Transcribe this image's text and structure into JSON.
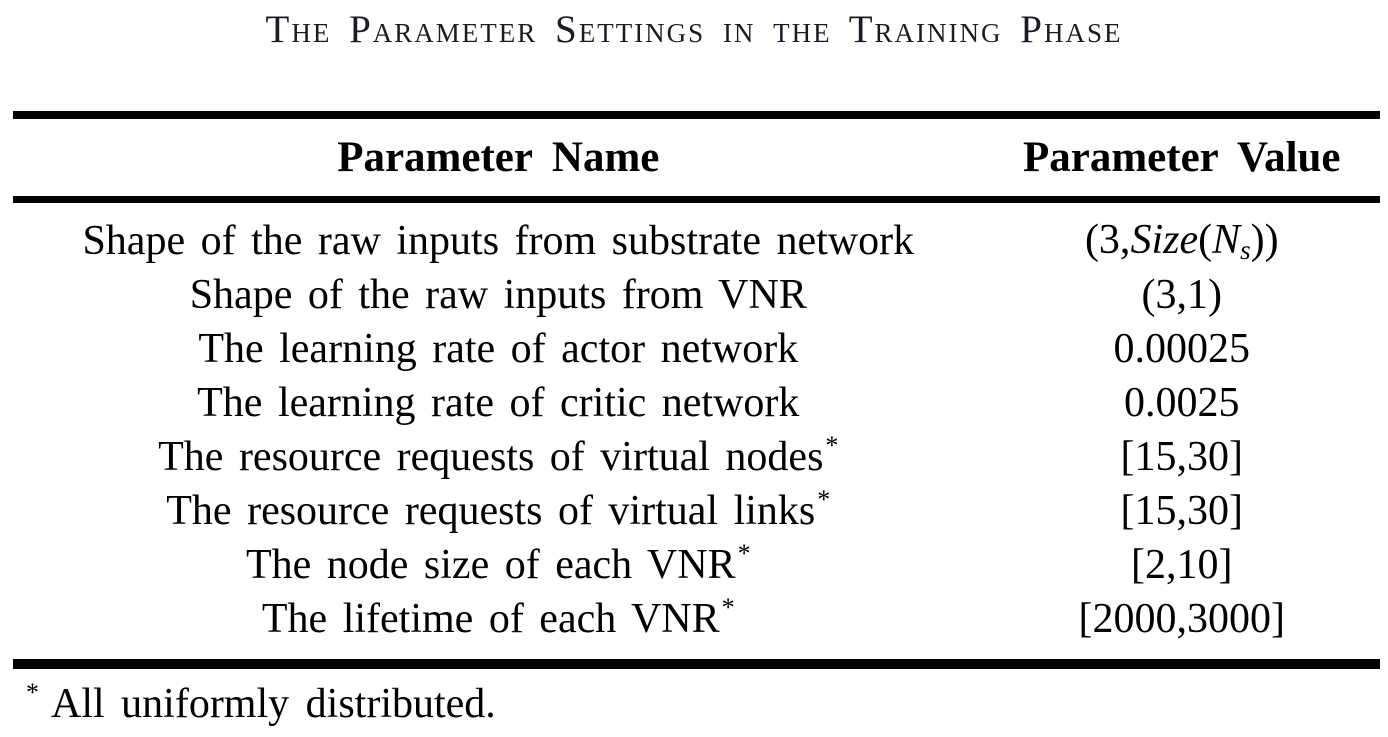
{
  "caption": "The Parameter Settings in the Training Phase",
  "table": {
    "headers": [
      "Parameter Name",
      "Parameter Value"
    ],
    "rows": [
      {
        "name": "Shape of the raw inputs from substrate network",
        "sup": "",
        "value_text": "(3,Size(Ns))",
        "value_parts": [
          {
            "t": "n",
            "s": "(3,"
          },
          {
            "t": "i",
            "s": "Size"
          },
          {
            "t": "n",
            "s": "("
          },
          {
            "t": "i",
            "s": "N"
          },
          {
            "t": "sub",
            "s": "s"
          },
          {
            "t": "n",
            "s": "))"
          }
        ]
      },
      {
        "name": "Shape of the raw inputs from VNR",
        "sup": "",
        "value_text": "(3,1)",
        "value_parts": [
          {
            "t": "n",
            "s": "(3,1)"
          }
        ]
      },
      {
        "name": "The learning rate of actor network",
        "sup": "",
        "value_text": "0.00025",
        "value_parts": [
          {
            "t": "n",
            "s": "0.00025"
          }
        ]
      },
      {
        "name": "The learning rate of critic network",
        "sup": "",
        "value_text": "0.0025",
        "value_parts": [
          {
            "t": "n",
            "s": "0.0025"
          }
        ]
      },
      {
        "name": "The resource requests of virtual nodes",
        "sup": "*",
        "value_text": "[15,30]",
        "value_parts": [
          {
            "t": "n",
            "s": "[15,30]"
          }
        ]
      },
      {
        "name": "The resource requests of virtual links",
        "sup": "*",
        "value_text": "[15,30]",
        "value_parts": [
          {
            "t": "n",
            "s": "[15,30]"
          }
        ]
      },
      {
        "name": "The node size of each VNR",
        "sup": "*",
        "value_text": "[2,10]",
        "value_parts": [
          {
            "t": "n",
            "s": "[2,10]"
          }
        ]
      },
      {
        "name": "The lifetime of each VNR",
        "sup": "*",
        "value_text": "[2000,3000]",
        "value_parts": [
          {
            "t": "n",
            "s": "[2000,3000]"
          }
        ]
      }
    ],
    "footnote": {
      "marker": "*",
      "text": "All uniformly distributed."
    }
  },
  "colors": {
    "background": "#ffffff",
    "text": "#000000",
    "caption_text": "#1b1b26",
    "rule": "#000000"
  }
}
